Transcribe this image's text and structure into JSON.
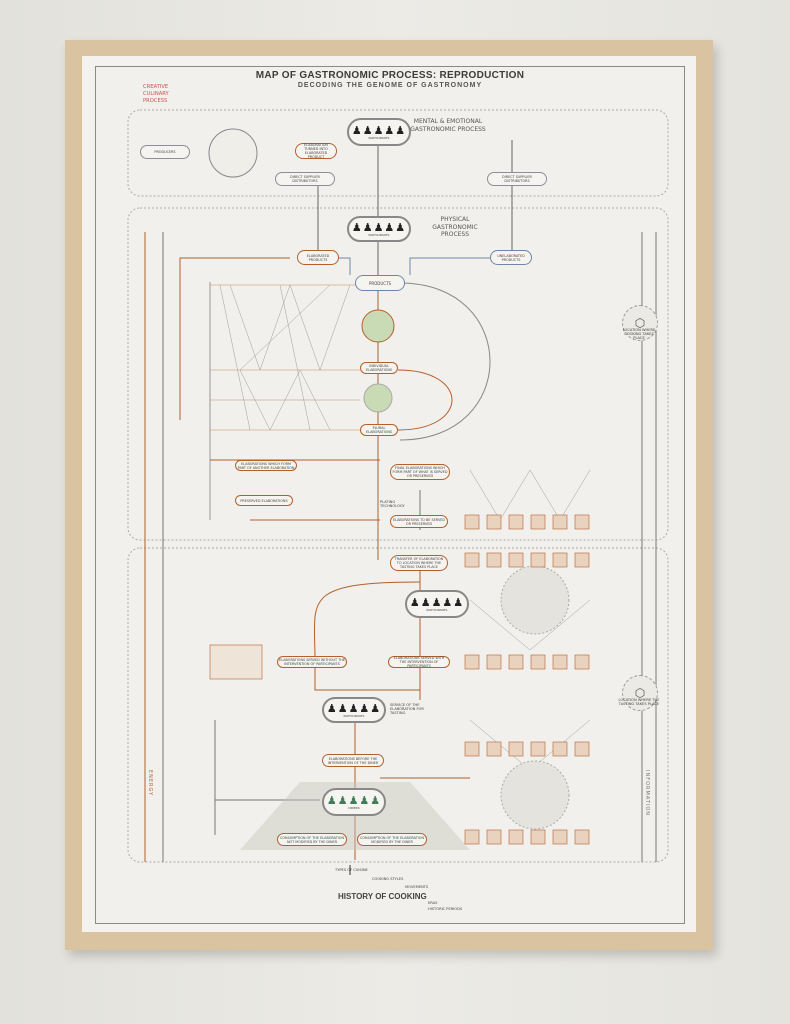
{
  "poster": {
    "title": "MAP OF GASTRONOMIC PROCESS: REPRODUCTION",
    "subtitle": "DECODING THE GENOME OF GASTRONOMY",
    "creative_label": "CREATIVE CULINARY PROCESS",
    "sections": {
      "mental": "MENTAL & EMOTIONAL GASTRONOMIC PROCESS",
      "physical": "PHYSICAL GASTRONOMIC PROCESS"
    },
    "nodes": {
      "participants": "PARTICIPANTS",
      "products": "PRODUCTS",
      "elaborated_products": "ELABORATED PRODUCTS",
      "unelaborated_products": "UNELABORATED PRODUCTS",
      "producers": "PRODUCERS",
      "direct_supplier_left": "DIRECT SUPPLIER DISTRIBUTORS",
      "direct_supplier_right": "DIRECT SUPPLIER DISTRIBUTORS",
      "elaborated_product": "ELABORATION TURNED INTO ELABORATED PRODUCT",
      "individual": "INDIVIDUAL ELABORATIONS",
      "plural": "PLURAL ELABORATIONS",
      "part_of_another": "ELABORATIONS WHICH FORM PART OF ANOTHER ELABORATION",
      "final": "FINAL ELABORATIONS WHICH FORM PART OF WHAT IS SERVED OR PRESERVED",
      "preserved": "PRESERVED ELABORATIONS",
      "to_be_served": "ELABORATIONS TO BE SERVED OR PRESERVED",
      "transfer": "TRANSFER OF ELABORATION TO LOCATION WHERE THE TASTING TAKES PLACE",
      "served_without": "ELABORATIONS SERVED WITHOUT THE INTERVENTION OF PARTICIPANTS",
      "served_with": "ELABORATIONS SERVED WITH THE INTERVENTION OF PARTICIPANTS",
      "service": "SERVICE OF THE ELABORATION FOR TASTING",
      "before_diner": "ELABORATIONS BEFORE THE INTERVENTION OF THE DINER",
      "diners": "DINERS",
      "not_modified": "CONSUMPTION OF THE ELABORATION NOT MODIFIED BY THE DINER",
      "modified": "CONSUMPTION OF THE ELABORATION MODIFIED BY THE DINER",
      "plating": "PLATING TECHNOLOGY",
      "location_cooking": "LOCATION WHERE COOKING TAKES PLACE",
      "location_tasting": "LOCATION WHERE THE TASTING TAKES PLACE"
    },
    "history": {
      "types": "TYPES OF CUISINE",
      "styles": "COOKING STYLES",
      "movements": "MOVEMENTS",
      "title": "HISTORY OF COOKING",
      "eras": "ERAS",
      "periods": "HISTORIC PERIODS"
    },
    "side_labels": {
      "left": "ENERGY",
      "right": "INFORMATION"
    },
    "colors": {
      "orange": "#b4602c",
      "blue": "#6d87a8",
      "green": "#a9c48e",
      "red": "#c9544c",
      "frame": "#d9c3a0"
    }
  }
}
